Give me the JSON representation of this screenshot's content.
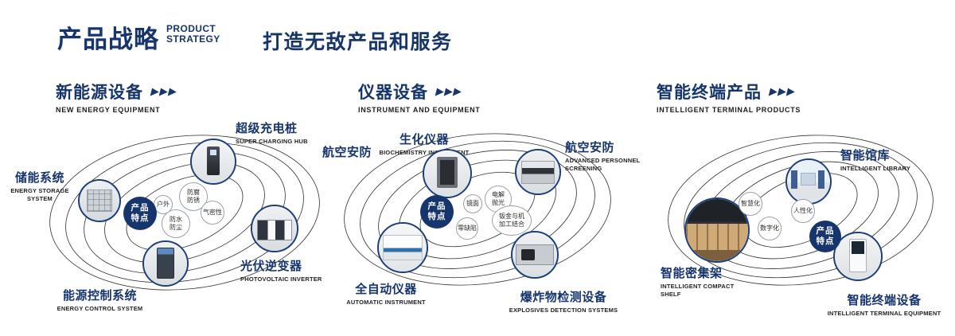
{
  "colors": {
    "navy": "#16356c"
  },
  "icons": {
    "triple_arrow": "▶▶▶"
  },
  "header": {
    "title_cn": "产品战略",
    "title_en_line1": "PRODUCT",
    "title_en_line2": "STRATEGY",
    "subtitle": "打造无敌产品和服务"
  },
  "sections": [
    {
      "title_cn": "新能源设备",
      "title_en": "NEW ENERGY EQUIPMENT",
      "badge_line1": "产品",
      "badge_line2": "特点",
      "features": [
        "户外",
        "防腐防锈",
        "防水防尘",
        "气密性"
      ],
      "products": [
        {
          "name_cn": "储能系统",
          "name_en": "ENERGY STORAGE SYSTEM"
        },
        {
          "name_cn": "超级充电桩",
          "name_en": "SUPER CHARGING HUB"
        },
        {
          "name_cn": "光伏逆变器",
          "name_en": "PHOTOVOLTAIC INVERTER"
        },
        {
          "name_cn": "能源控制系统",
          "name_en": "ENERGY CONTROL SYSTEM"
        }
      ]
    },
    {
      "title_cn": "仪器设备",
      "title_en": "INSTRUMENT AND EQUIPMENT",
      "side_label": "航空安防",
      "badge_line1": "产品",
      "badge_line2": "特点",
      "features": [
        "镜面",
        "电解抛光",
        "零缺陷",
        "钣金与机加工结合"
      ],
      "products": [
        {
          "name_cn": "生化仪器",
          "name_en": "BIOCHEMISTRY INSTRUMENT"
        },
        {
          "name_cn": "航空安防",
          "name_en": "ADVANCED PERSONNEL SCREENING"
        },
        {
          "name_cn": "全自动仪器",
          "name_en": "AUTOMATIC INSTRUMENT"
        },
        {
          "name_cn": "爆炸物检测设备",
          "name_en": "EXPLOSIVES DETECTION SYSTEMS"
        }
      ]
    },
    {
      "title_cn": "智能终端产品",
      "title_en": "INTELLIGENT TERMINAL PRODUCTS",
      "badge_line1": "产品",
      "badge_line2": "特点",
      "features": [
        "智慧化",
        "人性化",
        "数字化"
      ],
      "products": [
        {
          "name_cn": "智能馆库",
          "name_en": "INTELLIGENT LIBRARY"
        },
        {
          "name_cn": "智能密集架",
          "name_en": "INTELLIGENT COMPACT SHELF"
        },
        {
          "name_cn": "智能终端设备",
          "name_en": "INTELLIGENT TERMINAL EQUIPMENT"
        }
      ]
    }
  ]
}
